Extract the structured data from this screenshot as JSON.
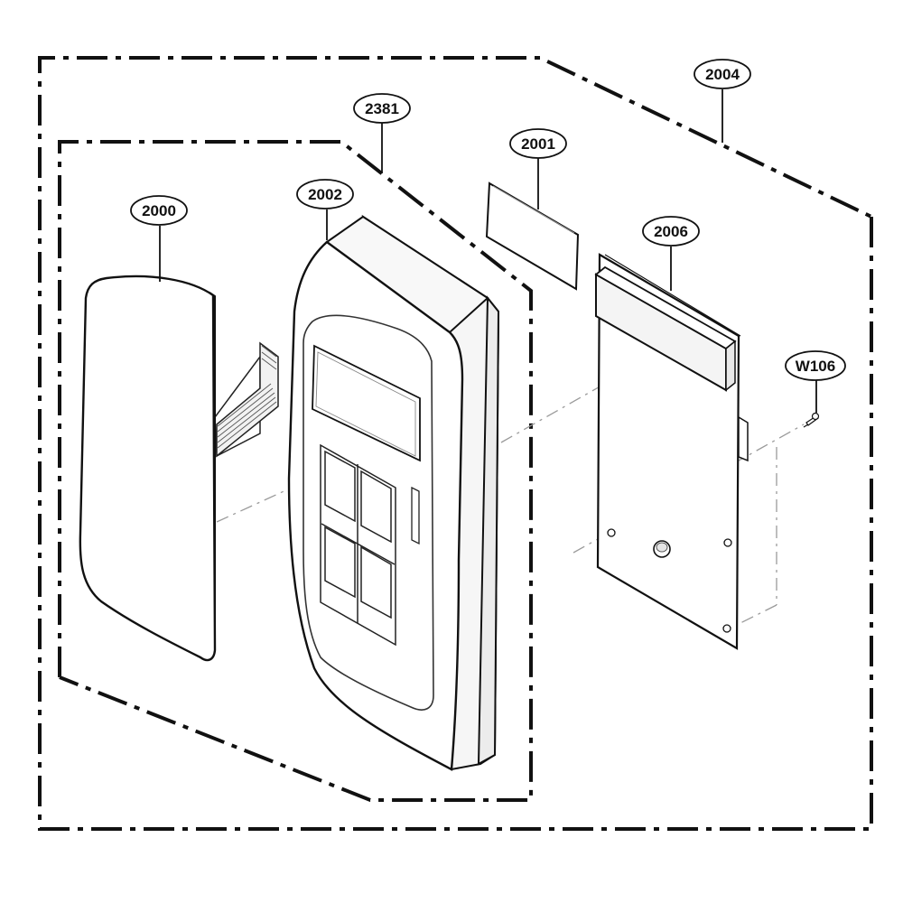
{
  "diagram": {
    "callouts": {
      "c2004": "2004",
      "c2381": "2381",
      "c2001": "2001",
      "c2002": "2002",
      "c2000": "2000",
      "c2006": "2006",
      "cW106": "W106"
    }
  }
}
